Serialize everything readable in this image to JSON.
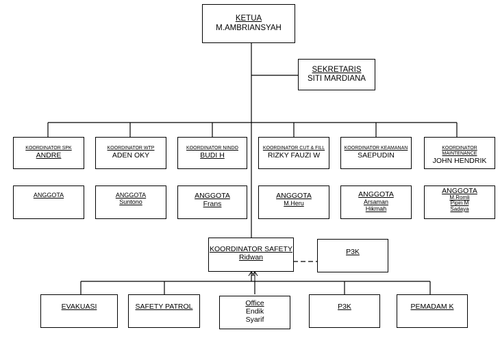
{
  "ketua": {
    "title": "KETUA",
    "name": "M.AMBRIANSYAH"
  },
  "sekretaris": {
    "title": "SEKRETARIS",
    "name": "SITI MARDIANA"
  },
  "koordinators": [
    {
      "title": "KOORDINATOR SPK",
      "name": "ANDRE",
      "anggota_label": "ANGGOTA",
      "anggota": []
    },
    {
      "title": "KOORDINATOR WTP",
      "name": "ADEN OKY",
      "anggota_label": "ANGGOTA",
      "anggota": [
        "Suntono"
      ]
    },
    {
      "title": "KOORDINATOR NINDO",
      "name": "BUDI H",
      "anggota_label": "ANGGOTA",
      "anggota": [
        "Frans"
      ]
    },
    {
      "title": "KOORDINATOR CUT & FILL",
      "name": "RIZKY FAUZI W",
      "anggota_label": "ANGGOTA",
      "anggota": [
        "M.Heru"
      ]
    },
    {
      "title": "KOORDINATOR KEAMANAN",
      "name": "SAEPUDIN",
      "anggota_label": "ANGGOTA",
      "anggota": [
        "Arsaman",
        "Hikmah"
      ]
    },
    {
      "title": "KOORDINATOR MAINTENANCE",
      "name": "JOHN HENDRIK",
      "anggota_label": "ANGGOTA",
      "anggota": [
        "M.Romli",
        "Pipin M",
        "Sadaya"
      ]
    }
  ],
  "safety": {
    "title": "KOORDINATOR SAFETY",
    "name": "Ridwan"
  },
  "p3k_side": {
    "label": "P3K"
  },
  "safety_units": [
    {
      "label": "EVAKUASI",
      "members": []
    },
    {
      "label": "SAFETY PATROL",
      "members": []
    },
    {
      "label": "Office",
      "members": [
        "Endik",
        "Syarif"
      ]
    },
    {
      "label": "P3K",
      "members": []
    },
    {
      "label": "PEMADAM K",
      "members": []
    }
  ]
}
